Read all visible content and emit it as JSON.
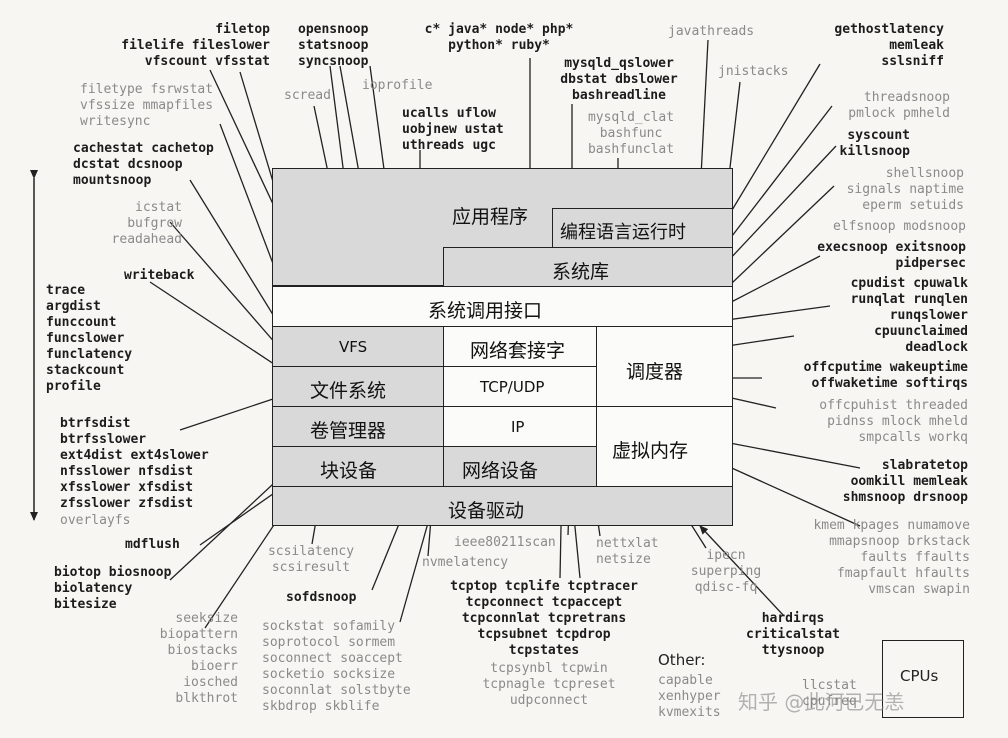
{
  "stack": {
    "app": "应用程序",
    "lang_runtime": "编程语言运行时",
    "syslib": "系统库",
    "syscall": "系统调用接口",
    "vfs": "VFS",
    "socket": "网络套接字",
    "scheduler": "调度器",
    "filesystem": "文件系统",
    "tcpudp": "TCP/UDP",
    "volmgr": "卷管理器",
    "ip": "IP",
    "vmem": "虚拟内存",
    "blockdev": "块设备",
    "netdev": "网络设备",
    "drivers": "设备驱动",
    "cpus": "CPUs",
    "other_title": "Other:"
  },
  "tools": {
    "filetop": "filetop\nfilelife fileslower\nvfscount vfsstat",
    "filetype": "filetype fsrwstat\nvfssize mmapfiles\nwritesync",
    "cachestat": "cachestat cachetop\ndcstat dcsnoop\nmountsnoop",
    "icstat": "icstat\nbufgrow\nreadahead",
    "writeback": "writeback",
    "trace": "trace\nargdist\nfunccount\nfuncslower\nfunclatency\nstackcount\nprofile",
    "btrfs": "btrfsdist\nbtrfsslower\next4dist ext4slower\nnfsslower nfsdist\nxfsslower xfsdist\nzfsslower zfsdist",
    "overlayfs": "overlayfs",
    "mdflush": "mdflush",
    "biotop": "biotop biosnoop\nbiolatency\nbitesize",
    "seeksize": "seeksize\nbiopattern\nbiostacks\nbioerr\niosched\nblkthrot",
    "scsilatency": "scsilatency\nscsiresult",
    "sofdsnoop": "sofdsnoop",
    "sockstat": "sockstat sofamily\nsoprotocol sormem\nsoconnect soaccept\nsocketio socksize\nsoconnlat solstbyte\nskbdrop skblife",
    "nvmelatency": "nvmelatency",
    "ieee": "ieee80211scan",
    "tcptop": "tcptop tcplife tcptracer\ntcpconnect tcpaccept\ntcpconnlat tcpretrans\ntcpsubnet tcpdrop\ntcpstates",
    "tcpsynbl": "tcpsynbl tcpwin\ntcpnagle tcpreset\nudpconnect",
    "nettxlat": "nettxlat\nnetsize",
    "ipecn": "ipecn\nsuperping\nqdisc-fq",
    "hardirqs": "hardirqs\ncriticalstat\nttysnoop",
    "other": "capable\nxenhyper\nkvmexits",
    "llcstat": "llcstat\ncpufreq",
    "opensnoop": "opensnoop\nstatsnoop\nsyncsnoop",
    "scread": "scread",
    "ioprofile": "ioprofile",
    "langs": "c* java* node* php*\npython* ruby*",
    "ucalls": "ucalls uflow\nuobjnew ustat\nuthreads ugc",
    "mysql": "mysqld_qslower\ndbstat dbslower\nbashreadline",
    "mysqlclat": "mysqld_clat\nbashfunc\nbashfunclat",
    "javathreads": "javathreads",
    "jnistacks": "jnistacks",
    "gethost": "gethostlatency\nmemleak\nsslsniff",
    "threadsnoop": "threadsnoop\npmlock pmheld",
    "syscount": "syscount\nkillsnoop",
    "shellsnoop": "shellsnoop\nsignals naptime\neperm setuids",
    "elfsnoop": "elfsnoop modsnoop",
    "execsnoop": "execsnoop exitsnoop\npidpersec",
    "cpudist": "cpudist cpuwalk\nrunqlat runqlen\nrunqslower\ncpuunclaimed\ndeadlock",
    "offcpu": "offcputime wakeuptime\noffwaketime softirqs",
    "offcpuhist": "offcpuhist threaded\npidnss mlock mheld\nsmpcalls workq",
    "slabratetop": "slabratetop\noomkill memleak\nshmsnoop drsnoop",
    "kmem": "kmem kpages numamove\nmmapsnoop brkstack\nfaults ffaults\nfmapfault hfaults\nvmscan swapin"
  },
  "watermark": "知乎 @此河已无恙"
}
